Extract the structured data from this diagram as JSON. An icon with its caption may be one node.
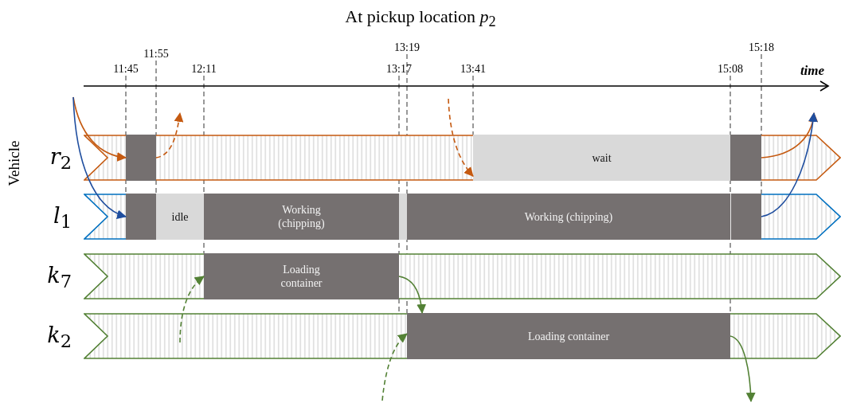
{
  "diagram": {
    "title": "At pickup location *p*$_{2}$",
    "nodes": [
      {
        "text": [],
        "shape": "bar",
        "beside": [
          "*r*$_{2}$"
        ]
      },
      {
        "text": [],
        "shape": "box",
        "in": 0
      },
      {
        "text": [
          "wait"
        ],
        "in": 0
      },
      {
        "text": [],
        "shape": "box",
        "in": 0
      },
      {
        "text": [],
        "shape": "bar",
        "beside": [
          "*l*$_{1}$"
        ]
      },
      {
        "text": [],
        "shape": "box",
        "in": 4
      },
      {
        "text": [
          "idle"
        ],
        "in": 4
      },
      {
        "text": [
          "Working (chipping)"
        ],
        "in": 4
      },
      {
        "text": [],
        "shape": "box",
        "in": 4
      },
      {
        "text": [
          "Working (chipping)"
        ],
        "in": 4
      },
      {
        "text": [],
        "shape": "box",
        "in": 4
      },
      {
        "text": [],
        "shape": "bar",
        "beside": [
          "*k*$_{7}$"
        ]
      },
      {
        "text": [
          "Loading container"
        ],
        "in": 11
      },
      {
        "text": [],
        "shape": "bar",
        "beside": [
          "*k*$_{2}$"
        ]
      },
      {
        "text": [
          "Loading container"
        ],
        "in": 13
      }
    ],
    "edges": [
      {
        "from": null,
        "to": 1,
        "arrow": "to",
        "color": "#c55a11"
      },
      {
        "from": null,
        "to": 5,
        "arrow": "to",
        "color": "#1f4e9f"
      },
      {
        "from": 1,
        "to": null,
        "arrow": "to",
        "style": "dashed",
        "color": "#c55a11"
      },
      {
        "from": null,
        "to": 2,
        "arrow": "to",
        "style": "dashed",
        "color": "#c55a11"
      },
      {
        "from": 3,
        "to": null,
        "arrow": "to",
        "color": "#c55a11"
      },
      {
        "from": 10,
        "to": null,
        "arrow": "to",
        "color": "#1f4e9f"
      },
      {
        "from": null,
        "to": 12,
        "arrow": "to",
        "style": "dashed",
        "color": "#538135"
      },
      {
        "from": 12,
        "to": 14,
        "arrow": "to",
        "color": "#538135"
      },
      {
        "from": null,
        "to": 14,
        "arrow": "to",
        "style": "dashed",
        "color": "#538135"
      },
      {
        "from": 14,
        "to": null,
        "arrow": "to",
        "color": "#538135"
      }
    ],
    "labels": [
      "13:19",
      "15:18",
      "11:55",
      "11:45",
      "12:11",
      "13:17",
      "13:41",
      "15:08",
      "time",
      "Vehicle"
    ]
  }
}
